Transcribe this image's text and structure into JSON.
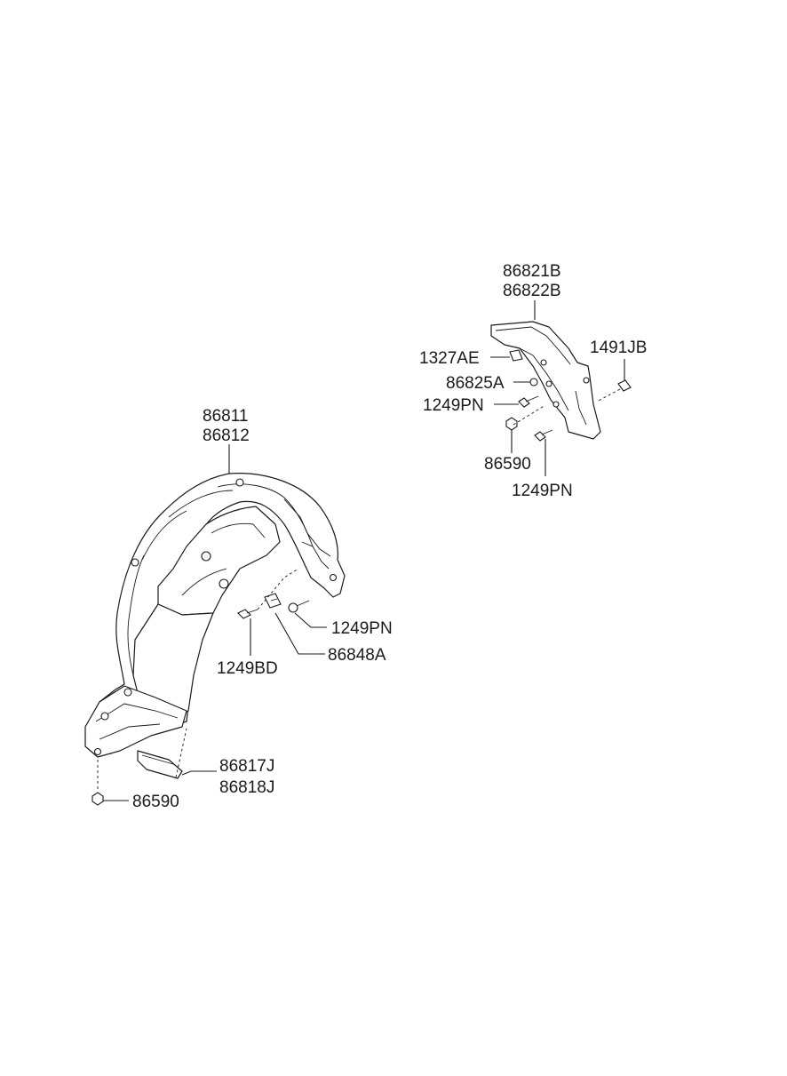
{
  "labels": {
    "front_liner_a": "86811",
    "front_liner_b": "86812",
    "front_screw_pn": "1249PN",
    "front_clip_a": "86848A",
    "front_screw_bd": "1249BD",
    "mud_guard_a": "86817J",
    "mud_guard_b": "86818J",
    "front_nut": "86590",
    "rear_liner_a": "86821B",
    "rear_liner_b": "86822B",
    "rear_clip_ae": "1327AE",
    "rear_nut_a": "86825A",
    "rear_screw_pn_1": "1249PN",
    "rear_bolt_jb": "1491JB",
    "rear_nut": "86590",
    "rear_screw_pn_2": "1249PN"
  }
}
